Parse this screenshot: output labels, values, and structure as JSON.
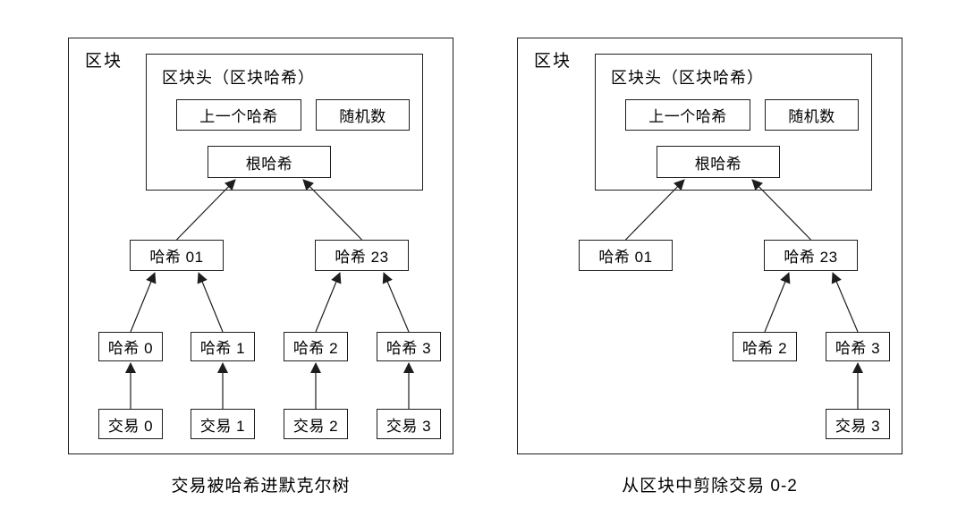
{
  "figure": {
    "colors": {
      "line": "#1d1d1d",
      "background": "#ffffff",
      "text": "#000000"
    },
    "diagrams": [
      {
        "block_label": "区块",
        "header_title": "区块头（区块哈希）",
        "fields": {
          "prev_hash": "上一个哈希",
          "nonce": "随机数",
          "root_hash": "根哈希"
        },
        "tree": {
          "hash01": "哈希 01",
          "hash23": "哈希 23",
          "hash0": "哈希 0",
          "hash1": "哈希 1",
          "hash2": "哈希 2",
          "hash3": "哈希 3",
          "tx0": "交易 0",
          "tx1": "交易 1",
          "tx2": "交易 2",
          "tx3": "交易 3"
        },
        "caption": "交易被哈希进默克尔树"
      },
      {
        "block_label": "区块",
        "header_title": "区块头（区块哈希）",
        "fields": {
          "prev_hash": "上一个哈希",
          "nonce": "随机数",
          "root_hash": "根哈希"
        },
        "tree": {
          "hash01": "哈希 01",
          "hash23": "哈希 23",
          "hash2": "哈希 2",
          "hash3": "哈希 3",
          "tx3": "交易 3"
        },
        "caption": "从区块中剪除交易 0-2"
      }
    ]
  }
}
